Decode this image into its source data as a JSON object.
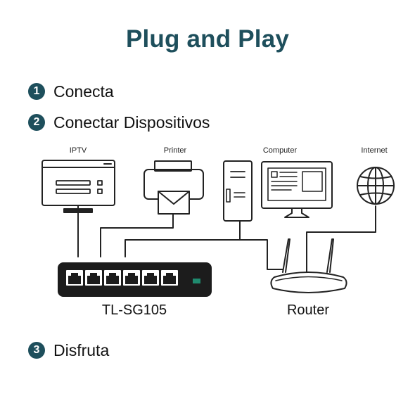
{
  "title": "Plug and Play",
  "steps": [
    {
      "number": "1",
      "label": "Conecta"
    },
    {
      "number": "2",
      "label": "Conectar Dispositivos"
    },
    {
      "number": "3",
      "label": "Disfruta"
    }
  ],
  "devices": {
    "iptv": {
      "label": "IPTV",
      "icon": "tv-icon"
    },
    "printer": {
      "label": "Printer",
      "icon": "printer-icon"
    },
    "computer": {
      "label": "Computer",
      "icon": "desktop-computer-icon"
    },
    "internet": {
      "label": "Internet",
      "icon": "globe-icon"
    }
  },
  "switch": {
    "label": "TL-SG105",
    "icon": "network-switch-icon",
    "led_color": "#1f8a6e"
  },
  "router": {
    "label": "Router",
    "icon": "router-icon"
  },
  "colors": {
    "accent": "#1e4f5c",
    "line": "#222222"
  }
}
